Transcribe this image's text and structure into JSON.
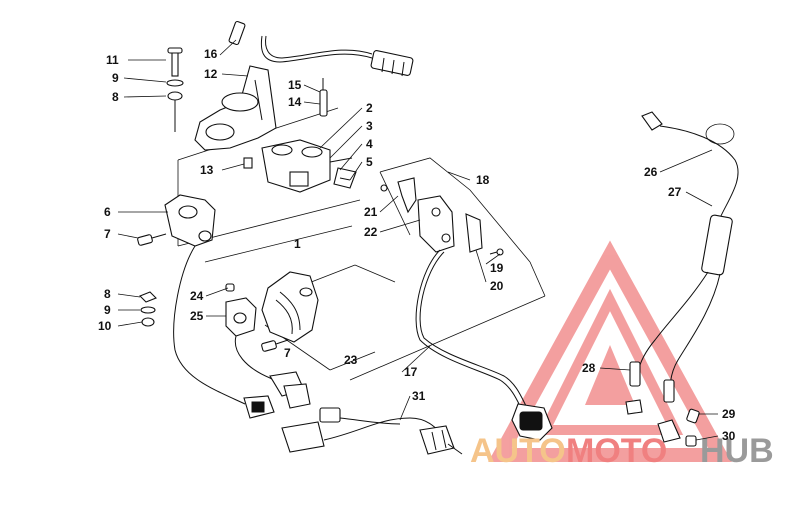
{
  "labels": {
    "l1": "1",
    "l2": "2",
    "l3": "3",
    "l4": "4",
    "l5": "5",
    "l6": "6",
    "l7a": "7",
    "l7b": "7",
    "l8a": "8",
    "l8b": "8",
    "l9a": "9",
    "l9b": "9",
    "l10": "10",
    "l11": "11",
    "l12": "12",
    "l13": "13",
    "l14": "14",
    "l15": "15",
    "l16": "16",
    "l17": "17",
    "l18": "18",
    "l19": "19",
    "l20": "20",
    "l21": "21",
    "l22": "22",
    "l23": "23",
    "l24": "24",
    "l25": "25",
    "l26": "26",
    "l27": "27",
    "l28": "28",
    "l29": "29",
    "l30": "30",
    "l31": "31"
  },
  "watermark": {
    "part1": "AUTO",
    "part2": "MOTO",
    "part3": "HUB",
    "color_orange": "#f5c48a",
    "color_red": "#f08080",
    "color_gray": "#9a9a9a"
  }
}
